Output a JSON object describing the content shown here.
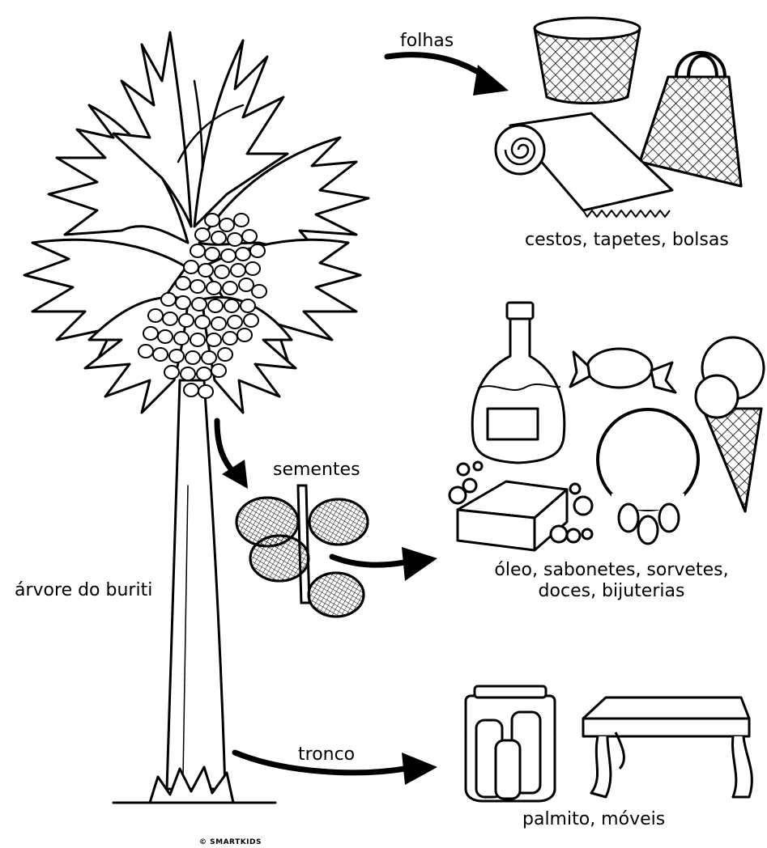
{
  "labels": {
    "leaves": "folhas",
    "leaves_products": "cestos, tapetes, bolsas",
    "seeds": "sementes",
    "seeds_products_line1": "óleo, sabonetes, sorvetes,",
    "seeds_products_line2": "doces, bijuterias",
    "trunk": "tronco",
    "trunk_products": "palmito, móveis",
    "tree": "árvore do buriti"
  },
  "credit": "© SMARTKIDS",
  "colors": {
    "ink": "#000000",
    "paper": "#ffffff"
  }
}
